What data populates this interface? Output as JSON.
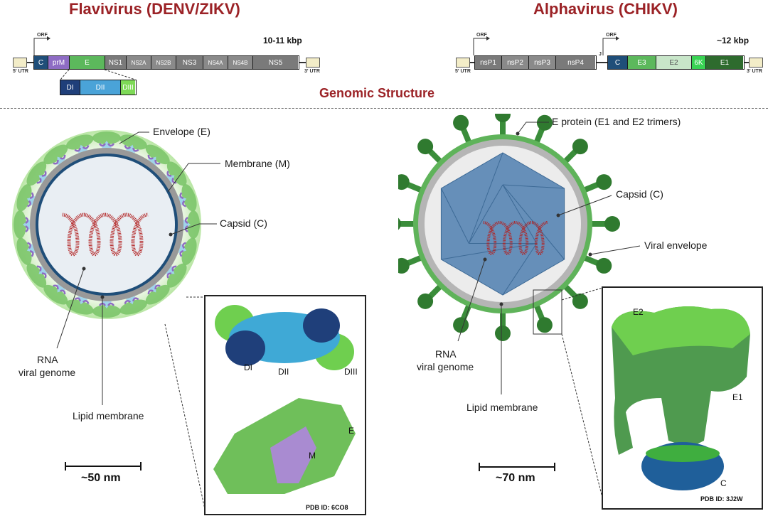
{
  "flavi": {
    "title": "Flavivirus (DENV/ZIKV)",
    "size": "10-11 kbp",
    "orf": "ORF",
    "utr5": "5' UTR",
    "utr3": "3' UTR",
    "segments": [
      "C",
      "prM",
      "E",
      "NS1",
      "NS2A",
      "NS2B",
      "NS3",
      "NS4A",
      "NS4B",
      "NS5"
    ],
    "domains": [
      "DI",
      "DII",
      "DIII"
    ],
    "labels": {
      "envelope": "Envelope (E)",
      "membrane": "Membrane (M)",
      "capsid": "Capsid (C)",
      "rna": "RNA",
      "rna2": "viral genome",
      "lipid": "Lipid membrane"
    },
    "scale": "~50 nm",
    "inset": {
      "di": "DI",
      "dii": "DII",
      "diii": "DIII",
      "e": "E",
      "m": "M",
      "pdb": "PDB ID: 6CO8"
    }
  },
  "alpha": {
    "title": "Alphavirus (CHIKV)",
    "size": "~12 kbp",
    "orf1": "ORF",
    "orf2": "ORF",
    "utr5": "5' UTR",
    "utr3": "3' UTR",
    "junction": "J",
    "segments1": [
      "nsP1",
      "nsP2",
      "nsP3",
      "nsP4"
    ],
    "segments2": [
      "C",
      "E3",
      "E2",
      "6K",
      "E1"
    ],
    "labels": {
      "eprotein": "E protein (E1 and E2 trimers)",
      "capsid": "Capsid (C)",
      "envelope": "Viral envelope",
      "rna": "RNA",
      "rna2": "viral genome",
      "lipid": "Lipid membrane"
    },
    "scale": "~70 nm",
    "inset": {
      "e2": "E2",
      "e1": "E1",
      "c": "C",
      "pdb": "PDB ID: 3J2W"
    }
  },
  "section": "Genomic Structure",
  "colors": {
    "title": "#9b2226",
    "capsid_blue": "#1f4e79",
    "prM": "#8e6cc4",
    "E": "#5cb85c",
    "ns": "#7a7a7a",
    "alpha_green": "#3a8d3a"
  }
}
